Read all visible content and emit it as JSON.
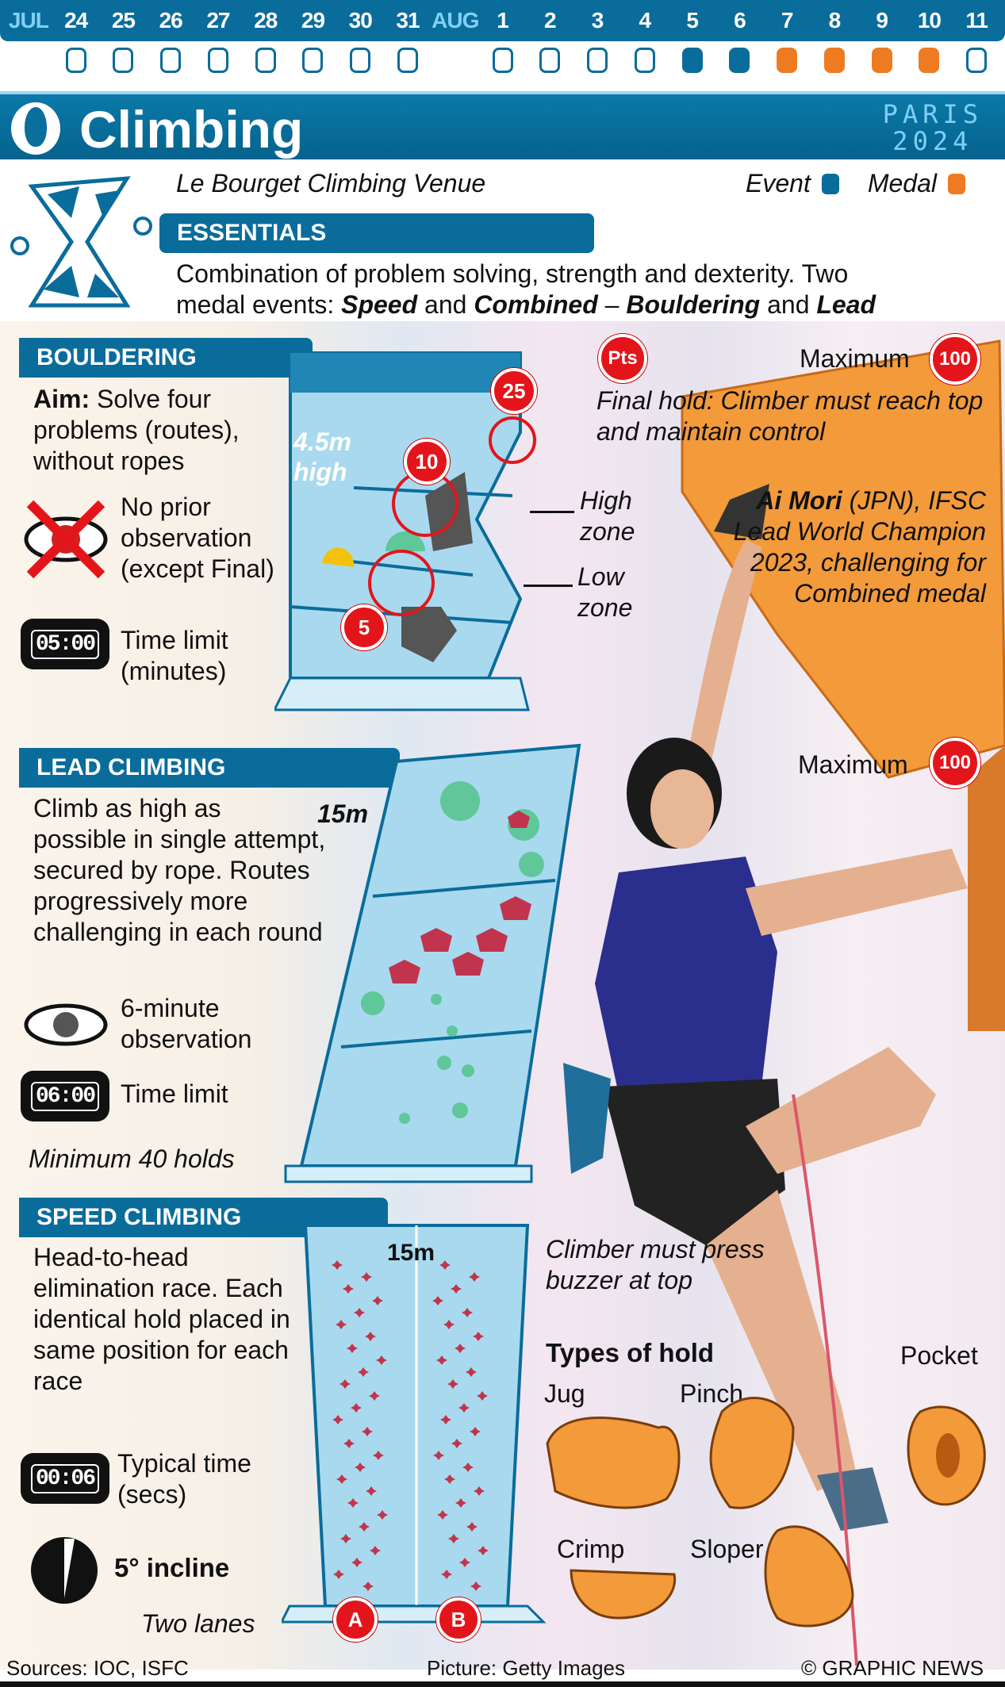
{
  "calendar": {
    "days": [
      {
        "label": "JUL",
        "month": true,
        "state": "none"
      },
      {
        "label": "24",
        "state": "empty"
      },
      {
        "label": "25",
        "state": "empty"
      },
      {
        "label": "26",
        "state": "empty"
      },
      {
        "label": "27",
        "state": "empty"
      },
      {
        "label": "28",
        "state": "empty"
      },
      {
        "label": "29",
        "state": "empty"
      },
      {
        "label": "30",
        "state": "empty"
      },
      {
        "label": "31",
        "state": "empty"
      },
      {
        "label": "AUG",
        "month": true,
        "state": "none"
      },
      {
        "label": "1",
        "state": "empty"
      },
      {
        "label": "2",
        "state": "empty"
      },
      {
        "label": "3",
        "state": "empty"
      },
      {
        "label": "4",
        "state": "empty"
      },
      {
        "label": "5",
        "state": "event"
      },
      {
        "label": "6",
        "state": "event"
      },
      {
        "label": "7",
        "state": "medal"
      },
      {
        "label": "8",
        "state": "medal"
      },
      {
        "label": "9",
        "state": "medal"
      },
      {
        "label": "10",
        "state": "medal"
      },
      {
        "label": "11",
        "state": "empty"
      }
    ],
    "colors": {
      "event": "#0a6c9b",
      "medal": "#ee7b22"
    }
  },
  "header": {
    "title": "Climbing",
    "brand_line1": "PARIS",
    "brand_line2": "2024"
  },
  "venue": "Le Bourget Climbing Venue",
  "legend": {
    "event": "Event",
    "medal": "Medal"
  },
  "essentials": {
    "title": "ESSENTIALS",
    "line1": "Combination of problem solving, strength and dexterity. Two",
    "line2_a": "medal events: ",
    "speed": "Speed",
    "and1": " and ",
    "combined": "Combined",
    "dash": " – ",
    "bouldering": "Bouldering",
    "and2": " and ",
    "lead": "Lead"
  },
  "bouldering": {
    "title": "BOULDERING",
    "aim_label": "Aim:",
    "aim": " Solve four problems (routes), without ropes",
    "observation": "No prior observation (except Final)",
    "timer": "05:00",
    "timer_label": "Time limit (minutes)",
    "height": "4.5m high",
    "points": [
      "25",
      "10",
      "5"
    ],
    "pts": "Pts",
    "maximum": "Maximum",
    "max_value": "100",
    "final_hold": "Final hold: Climber must reach top and maintain control",
    "high_zone": "High zone",
    "low_zone": "Low zone"
  },
  "athlete": {
    "name": "Ai Mori",
    "rest": " (JPN), IFSC Lead World Champion 2023, challenging for Combined medal"
  },
  "lead": {
    "title": "LEAD CLIMBING",
    "desc": "Climb as high as possible in single attempt, secured by rope. Routes progressively more challenging in each round",
    "observation": "6-minute observation",
    "timer": "06:00",
    "timer_label": "Time limit",
    "height": "15m",
    "min_holds": "Minimum 40 holds",
    "maximum": "Maximum",
    "max_value": "100"
  },
  "speed": {
    "title": "SPEED CLIMBING",
    "desc": "Head-to-head elimination race. Each identical hold placed in same position for each race",
    "timer": "00:06",
    "timer_label": "Typical time (secs)",
    "incline": "5° incline",
    "lanes": "Two lanes",
    "lane_a": "A",
    "lane_b": "B",
    "height": "15m",
    "buzzer": "Climber must press buzzer at top"
  },
  "holds": {
    "title": "Types of hold",
    "jug": "Jug",
    "pinch": "Pinch",
    "pocket": "Pocket",
    "crimp": "Crimp",
    "sloper": "Sloper"
  },
  "footer": {
    "sources": "Sources: IOC, ISFC",
    "picture": "Picture: Getty Images",
    "credit": "© GRAPHIC NEWS"
  }
}
